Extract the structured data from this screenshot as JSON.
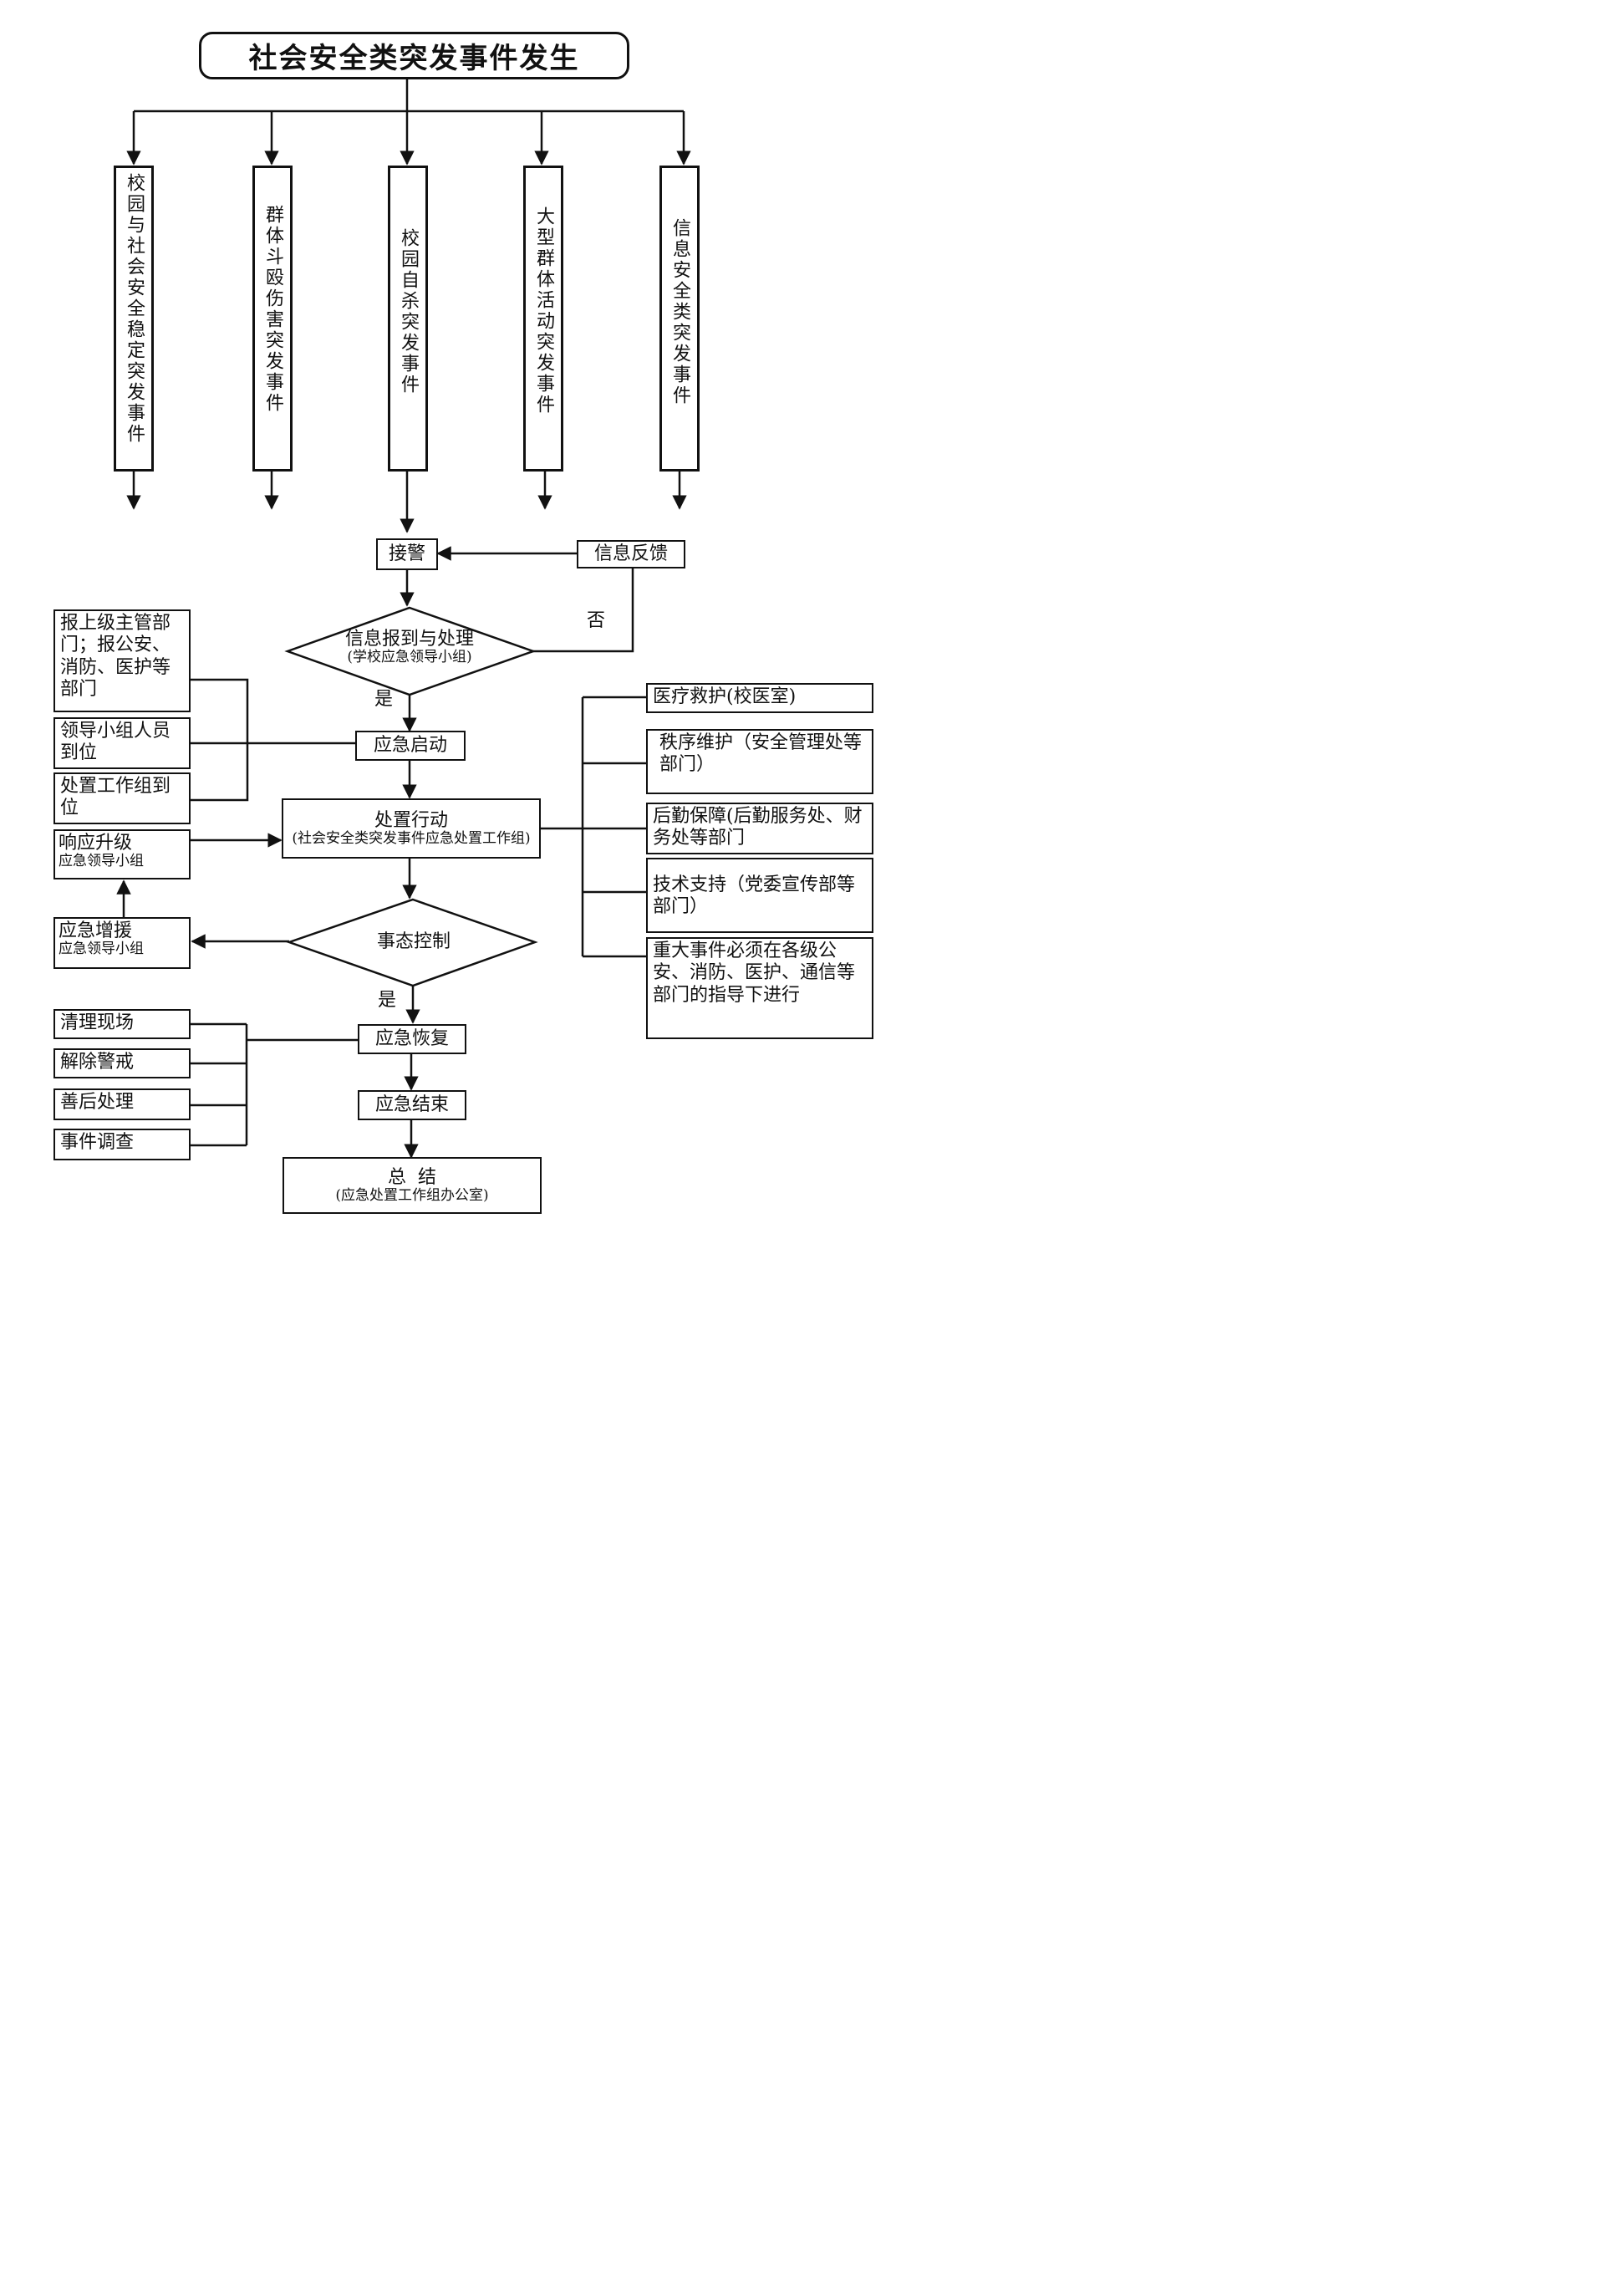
{
  "title": "社会安全类突发事件发生",
  "categories": [
    "校园与社会安全稳定突发事件",
    "群体斗殴伤害突发事件",
    "校园自杀突发事件",
    "大型群体活动突发事件",
    "信息安全类突发事件"
  ],
  "flow": {
    "receive": "接警",
    "feedback": "信息反馈",
    "no_label": "否",
    "decision1": {
      "main": "信息报到与处理",
      "sub": "(学校应急领导小组)"
    },
    "yes_label_1": "是",
    "start": "应急启动",
    "action": {
      "main": "处置行动",
      "sub": "(社会安全类突发事件应急处置工作组)"
    },
    "decision2": "事态控制",
    "yes_label_2": "是",
    "recover": "应急恢复",
    "end": "应急结束",
    "summary": {
      "main": "总  结",
      "sub": "(应急处置工作组办公室)"
    }
  },
  "left_top": [
    "报上级主管部门；报公安、消防、医护等部门",
    "领导小组人员到位",
    "处置工作组到位"
  ],
  "upgrade": {
    "main": "响应升级",
    "sub": "应急领导小组"
  },
  "reinforce": {
    "main": "应急增援",
    "sub": "应急领导小组"
  },
  "left_bottom": [
    "清理现场",
    "解除警戒",
    "善后处理",
    "事件调查"
  ],
  "right_boxes": [
    "医疗救护(校医室)",
    "秩序维护（安全管理处等部门）",
    "后勤保障(后勤服务处、财务处等部门",
    "技术支持（党委宣传部等部门）",
    "重大事件必须在各级公安、消防、医护、通信等部门的指导下进行"
  ]
}
